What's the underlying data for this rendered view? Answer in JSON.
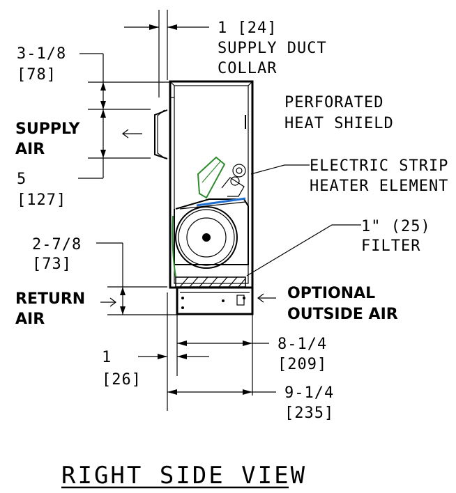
{
  "title": "RIGHT SIDE VIEW",
  "labels": {
    "supply_dim_value": "1 [24]",
    "supply_duct_line1": "SUPPLY DUCT",
    "supply_duct_line2": "COLLAR",
    "dim_318": "3-1/8",
    "dim_318_mm": "[78]",
    "supply_air_line1": "SUPPLY",
    "supply_air_line2": "AIR",
    "dim_5": "5",
    "dim_5_mm": "[127]",
    "perforated_line1": "PERFORATED",
    "perforated_line2": "HEAT SHIELD",
    "electric_line1": "ELECTRIC STRIP",
    "electric_line2": "HEATER ELEMENT",
    "filter_line1": "1\" (25)",
    "filter_line2": "FILTER",
    "dim_278": "2-7/8",
    "dim_278_mm": "[73]",
    "return_line1": "RETURN",
    "return_line2": "AIR",
    "optional_line1": "OPTIONAL",
    "optional_line2": "OUTSIDE AIR",
    "dim_814": "8-1/4",
    "dim_814_mm": "[209]",
    "dim_1": "1",
    "dim_1_mm": "[26]",
    "dim_914": "9-1/4",
    "dim_914_mm": "[235]"
  },
  "colors": {
    "line": "#000000",
    "element_green": "#2e8b2e",
    "filter_blue": "#1e6fd0"
  }
}
